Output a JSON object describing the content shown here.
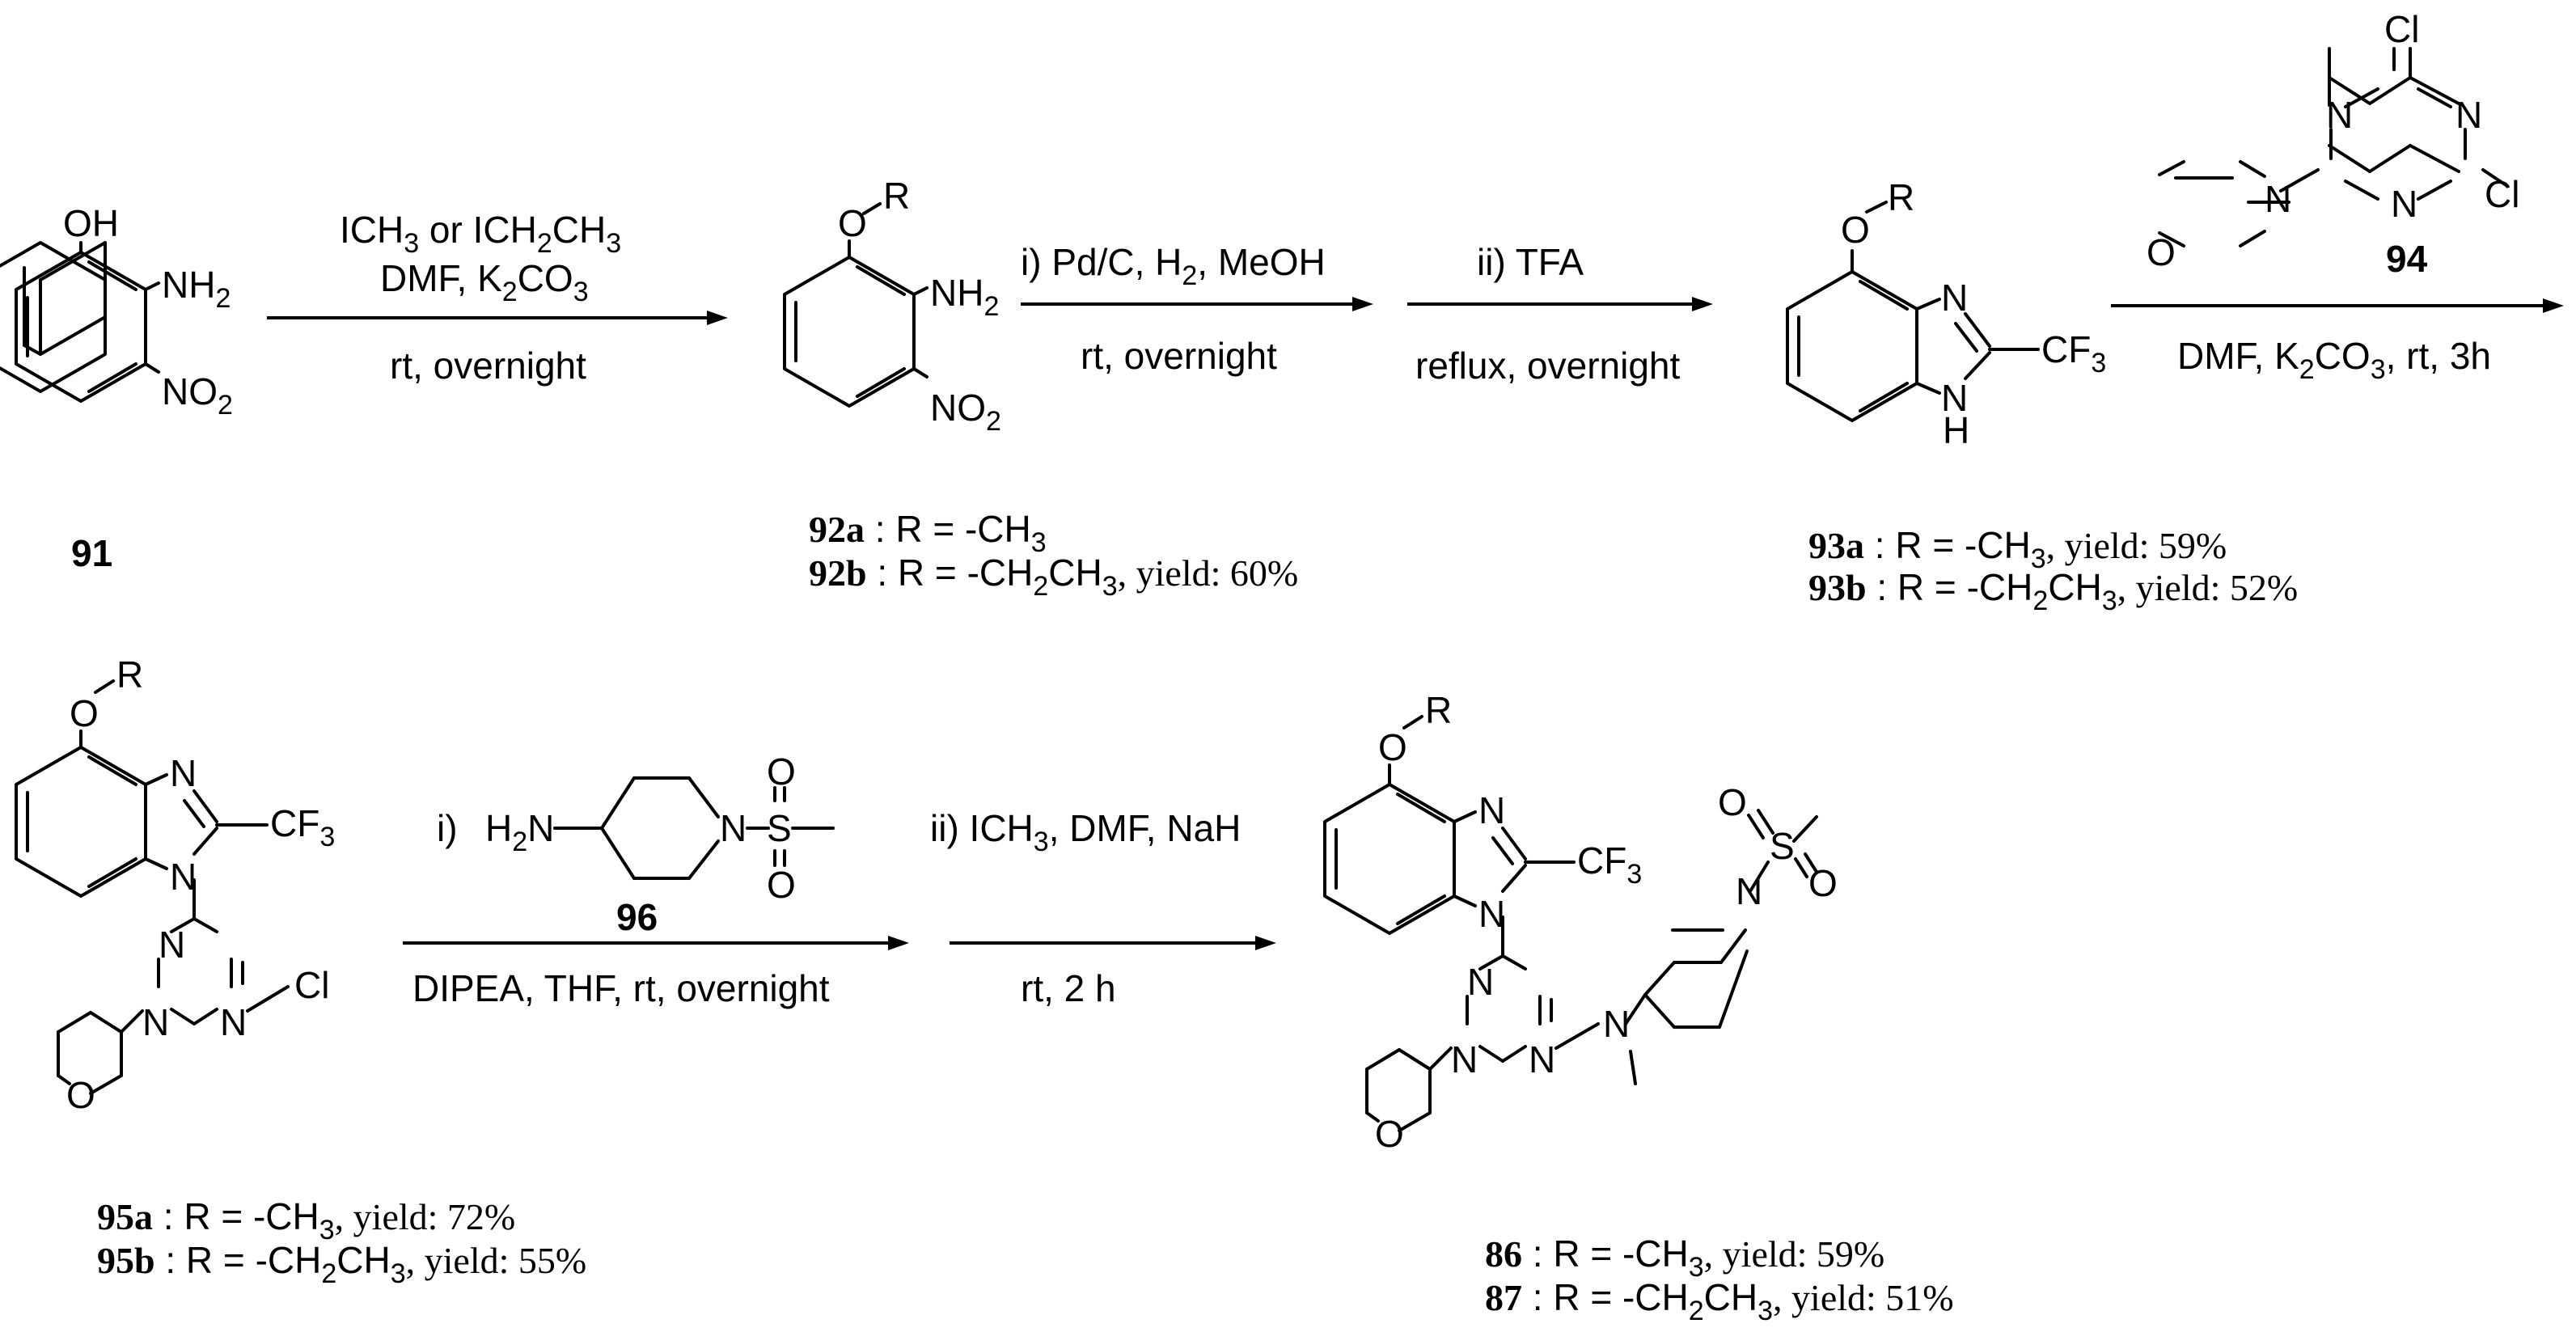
{
  "atoms": {
    "OH": "OH",
    "NH2": "NH",
    "NO2": "NO",
    "sub2": "2",
    "O": "O",
    "R": "R",
    "N": "N",
    "H": "H",
    "CF3": "CF",
    "sub3": "3",
    "Cl": "Cl",
    "S": "S",
    "H2N": "H",
    "two": "2",
    "Nsm": "N"
  },
  "steps": {
    "s1_line1_a": "ICH",
    "s1_line1_b": "3",
    "s1_line1_c": " or ICH",
    "s1_line1_d": "2",
    "s1_line1_e": "CH",
    "s1_line1_f": "3",
    "s1_line2_a": "DMF, K",
    "s1_line2_b": "2",
    "s1_line2_c": "CO",
    "s1_line2_d": "3",
    "s1_below": "rt, overnight",
    "s2_above_a": "i) Pd/C, H",
    "s2_above_b": "2",
    "s2_above_c": ", MeOH",
    "s2_below": "rt, overnight",
    "s3_above": "ii) TFA",
    "s3_below": "reflux, overnight",
    "s4_below_a": "DMF, K",
    "s4_below_b": "2",
    "s4_below_c": "CO",
    "s4_below_d": "3",
    "s4_below_e": ", rt, 3h",
    "s5_prefix": "i)",
    "s5_below": "DIPEA, THF, rt, overnight",
    "s6_above_a": "ii)  ICH",
    "s6_above_b": "3",
    "s6_above_c": ", DMF, NaH",
    "s6_below": "rt, 2 h"
  },
  "compounds": {
    "c91": "91",
    "c92a": "92a",
    "c92b": "92b",
    "c93a": "93a",
    "c93b": "93b",
    "c94": "94",
    "c95a": "95a",
    "c95b": "95b",
    "c96": "96",
    "c86": "86",
    "c87": "87"
  },
  "labels": {
    "r_eq": " : R = -CH",
    "three": "3",
    "two": "2",
    "r_eq_et": " : R = -CH",
    "et_mid": "CH",
    "y60": ", yield: 60%",
    "y59": ", yield: 59%",
    "y52": ", yield: 52%",
    "y72": ", yield: 72%",
    "y55": ", yield: 55%",
    "y59b": ", yield: 59%",
    "y51": ", yield: 51%"
  }
}
